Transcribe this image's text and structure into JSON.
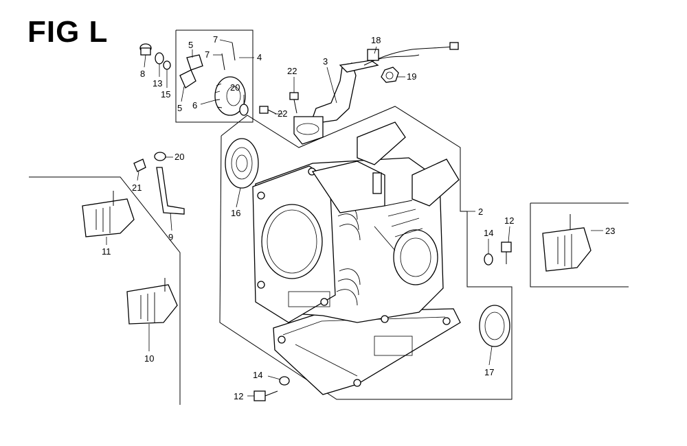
{
  "figure": {
    "title": "FIG L"
  },
  "callouts": [
    {
      "num": "8"
    },
    {
      "num": "13"
    },
    {
      "num": "15"
    },
    {
      "num": "5"
    },
    {
      "num": "5"
    },
    {
      "num": "6"
    },
    {
      "num": "7"
    },
    {
      "num": "7"
    },
    {
      "num": "4"
    },
    {
      "num": "20"
    },
    {
      "num": "22"
    },
    {
      "num": "22"
    },
    {
      "num": "3"
    },
    {
      "num": "18"
    },
    {
      "num": "19"
    },
    {
      "num": "20"
    },
    {
      "num": "21"
    },
    {
      "num": "9"
    },
    {
      "num": "11"
    },
    {
      "num": "10"
    },
    {
      "num": "16"
    },
    {
      "num": "2"
    },
    {
      "num": "14"
    },
    {
      "num": "12"
    },
    {
      "num": "23"
    },
    {
      "num": "17"
    },
    {
      "num": "14"
    },
    {
      "num": "12"
    }
  ]
}
